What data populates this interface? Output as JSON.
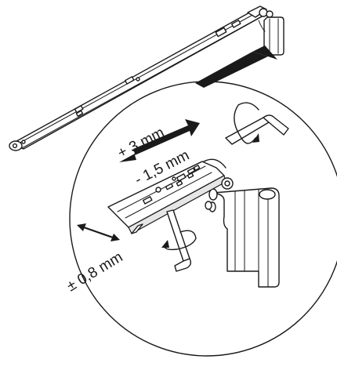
{
  "labels": {
    "plus": "+ 3 mm",
    "minus": "- 1,5 mm",
    "side": "± 0,8 mm"
  },
  "colors": {
    "line": "#1a1a1a",
    "wedge": "#1a1a1a",
    "fill": "#ffffff",
    "shade": "#e6e6e6"
  },
  "icons": {
    "tool_top": "allen-key-icon",
    "tool_bottom": "allen-key-icon",
    "rotation": "rotation-arrow-icon",
    "arrow": "double-arrow-icon"
  }
}
